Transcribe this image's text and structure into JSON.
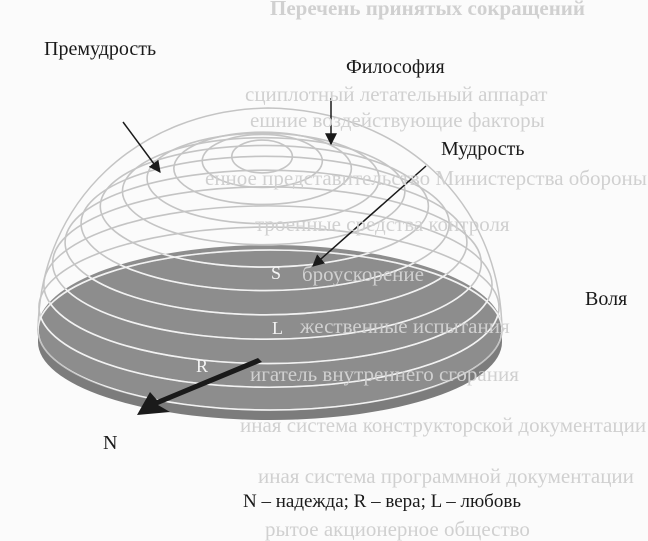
{
  "bleed_through": [
    "Перечень принятых сокращений",
    "сциплотный летательный аппарат",
    "ешние воздействующие факторы",
    "енное представительство Министерства обороны",
    "троенные средства контроля",
    "броускорение",
    "жественные испытания",
    "игатель внутреннего сгорания",
    "иная система конструкторской документации",
    "иная система программной документации",
    "рытое акционерное общество"
  ],
  "labels": {
    "premudrost": "Премудрость",
    "filosofia": "Философия",
    "mudrost": "Мудрость",
    "volya": "Воля",
    "s": "S",
    "l": "L",
    "r": "R",
    "n": "N"
  },
  "legend": "N – надежда; R – вера; L – любовь",
  "colors": {
    "fill": "#8a8a8a",
    "lines_outside": "#c4c4c4",
    "lines_inside": "#f2f2f2",
    "ink": "#1a1a1a"
  }
}
